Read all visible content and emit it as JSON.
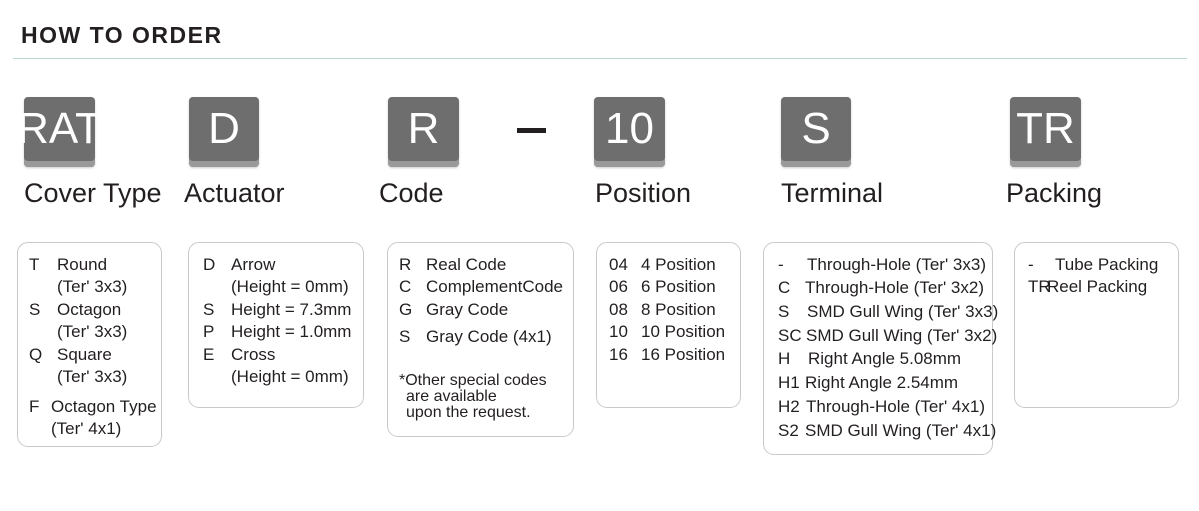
{
  "title": "HOW TO ORDER",
  "codes": [
    {
      "code": "RAT",
      "label": "Cover Type"
    },
    {
      "code": "D",
      "label": "Actuator"
    },
    {
      "code": "R",
      "label": "Code"
    },
    {
      "code": "10",
      "label": "Position"
    },
    {
      "code": "S",
      "label": "Terminal"
    },
    {
      "code": "TR",
      "label": "Packing"
    }
  ],
  "separator": "–",
  "cover_type": [
    {
      "key": "T",
      "value": "Round"
    },
    {
      "key": "",
      "value": "(Ter' 3x3)"
    },
    {
      "key": "S",
      "value": "Octagon"
    },
    {
      "key": "",
      "value": "(Ter' 3x3)"
    },
    {
      "key": "Q",
      "value": "Square"
    },
    {
      "key": "",
      "value": "(Ter' 3x3)"
    },
    {
      "key": "F",
      "value": "Octagon Type"
    },
    {
      "key": "",
      "value": "(Ter' 4x1)"
    }
  ],
  "actuator": [
    {
      "key": "D",
      "value": "Arrow"
    },
    {
      "key": "",
      "value": "(Height = 0mm)"
    },
    {
      "key": "S",
      "value": "Height = 7.3mm"
    },
    {
      "key": "P",
      "value": "Height = 1.0mm"
    },
    {
      "key": "E",
      "value": "Cross"
    },
    {
      "key": "",
      "value": "(Height = 0mm)"
    }
  ],
  "code": [
    {
      "key": "R",
      "value": "Real Code"
    },
    {
      "key": "C",
      "value": "ComplementCode"
    },
    {
      "key": "G",
      "value": "Gray Code"
    },
    {
      "key": "S",
      "value": "Gray Code (4x1)"
    }
  ],
  "code_note": [
    "*Other special codes",
    "are available",
    "upon the request."
  ],
  "position": [
    {
      "key": "04",
      "value": "4 Position"
    },
    {
      "key": "06",
      "value": "6 Position"
    },
    {
      "key": "08",
      "value": "8 Position"
    },
    {
      "key": "10",
      "value": "10 Position"
    },
    {
      "key": "16",
      "value": "16 Position"
    }
  ],
  "terminal": [
    {
      "key": "-",
      "value": "Through-Hole (Ter' 3x3)"
    },
    {
      "key": "C",
      "value": "Through-Hole (Ter' 3x2)"
    },
    {
      "key": "S",
      "value": "SMD Gull Wing (Ter' 3x3)"
    },
    {
      "key": "SC",
      "value": "SMD Gull Wing (Ter' 3x2)"
    },
    {
      "key": "H",
      "value": "Right Angle 5.08mm"
    },
    {
      "key": "H1",
      "value": "Right Angle 2.54mm"
    },
    {
      "key": "H2",
      "value": "Through-Hole (Ter' 4x1)"
    },
    {
      "key": "S2",
      "value": "SMD Gull Wing (Ter' 4x1)"
    }
  ],
  "packing": [
    {
      "key": "-",
      "value": "Tube Packing"
    },
    {
      "key": "TR",
      "value": "Reel Packing"
    }
  ]
}
